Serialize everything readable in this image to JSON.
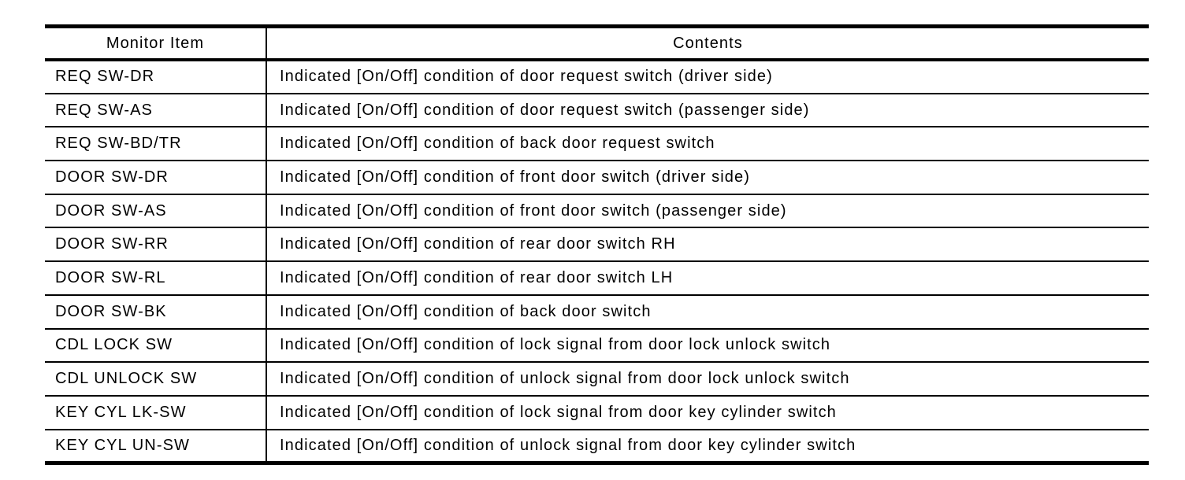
{
  "table": {
    "columns": {
      "monitor_item": "Monitor Item",
      "contents": "Contents"
    },
    "rows": [
      {
        "item": "REQ SW-DR",
        "contents": "Indicated [On/Off] condition of door request switch (driver side)"
      },
      {
        "item": "REQ SW-AS",
        "contents": "Indicated [On/Off] condition of door request switch (passenger side)"
      },
      {
        "item": "REQ SW-BD/TR",
        "contents": "Indicated [On/Off] condition of back door request switch"
      },
      {
        "item": "DOOR SW-DR",
        "contents": "Indicated [On/Off] condition of front door switch (driver side)"
      },
      {
        "item": "DOOR SW-AS",
        "contents": "Indicated [On/Off] condition of front door switch (passenger side)"
      },
      {
        "item": "DOOR SW-RR",
        "contents": "Indicated [On/Off] condition of rear door switch RH"
      },
      {
        "item": "DOOR SW-RL",
        "contents": "Indicated [On/Off] condition of rear door switch LH"
      },
      {
        "item": "DOOR SW-BK",
        "contents": "Indicated [On/Off] condition of back door switch"
      },
      {
        "item": "CDL LOCK SW",
        "contents": "Indicated [On/Off] condition of lock signal from door lock unlock switch"
      },
      {
        "item": "CDL UNLOCK SW",
        "contents": "Indicated [On/Off] condition of unlock signal from door lock unlock switch"
      },
      {
        "item": "KEY CYL LK-SW",
        "contents": "Indicated [On/Off] condition of lock signal from door key cylinder switch"
      },
      {
        "item": "KEY CYL UN-SW",
        "contents": "Indicated [On/Off] condition of unlock signal from door key cylinder switch"
      }
    ],
    "colors": {
      "text": "#000000",
      "border": "#000000",
      "background": "#ffffff"
    }
  }
}
